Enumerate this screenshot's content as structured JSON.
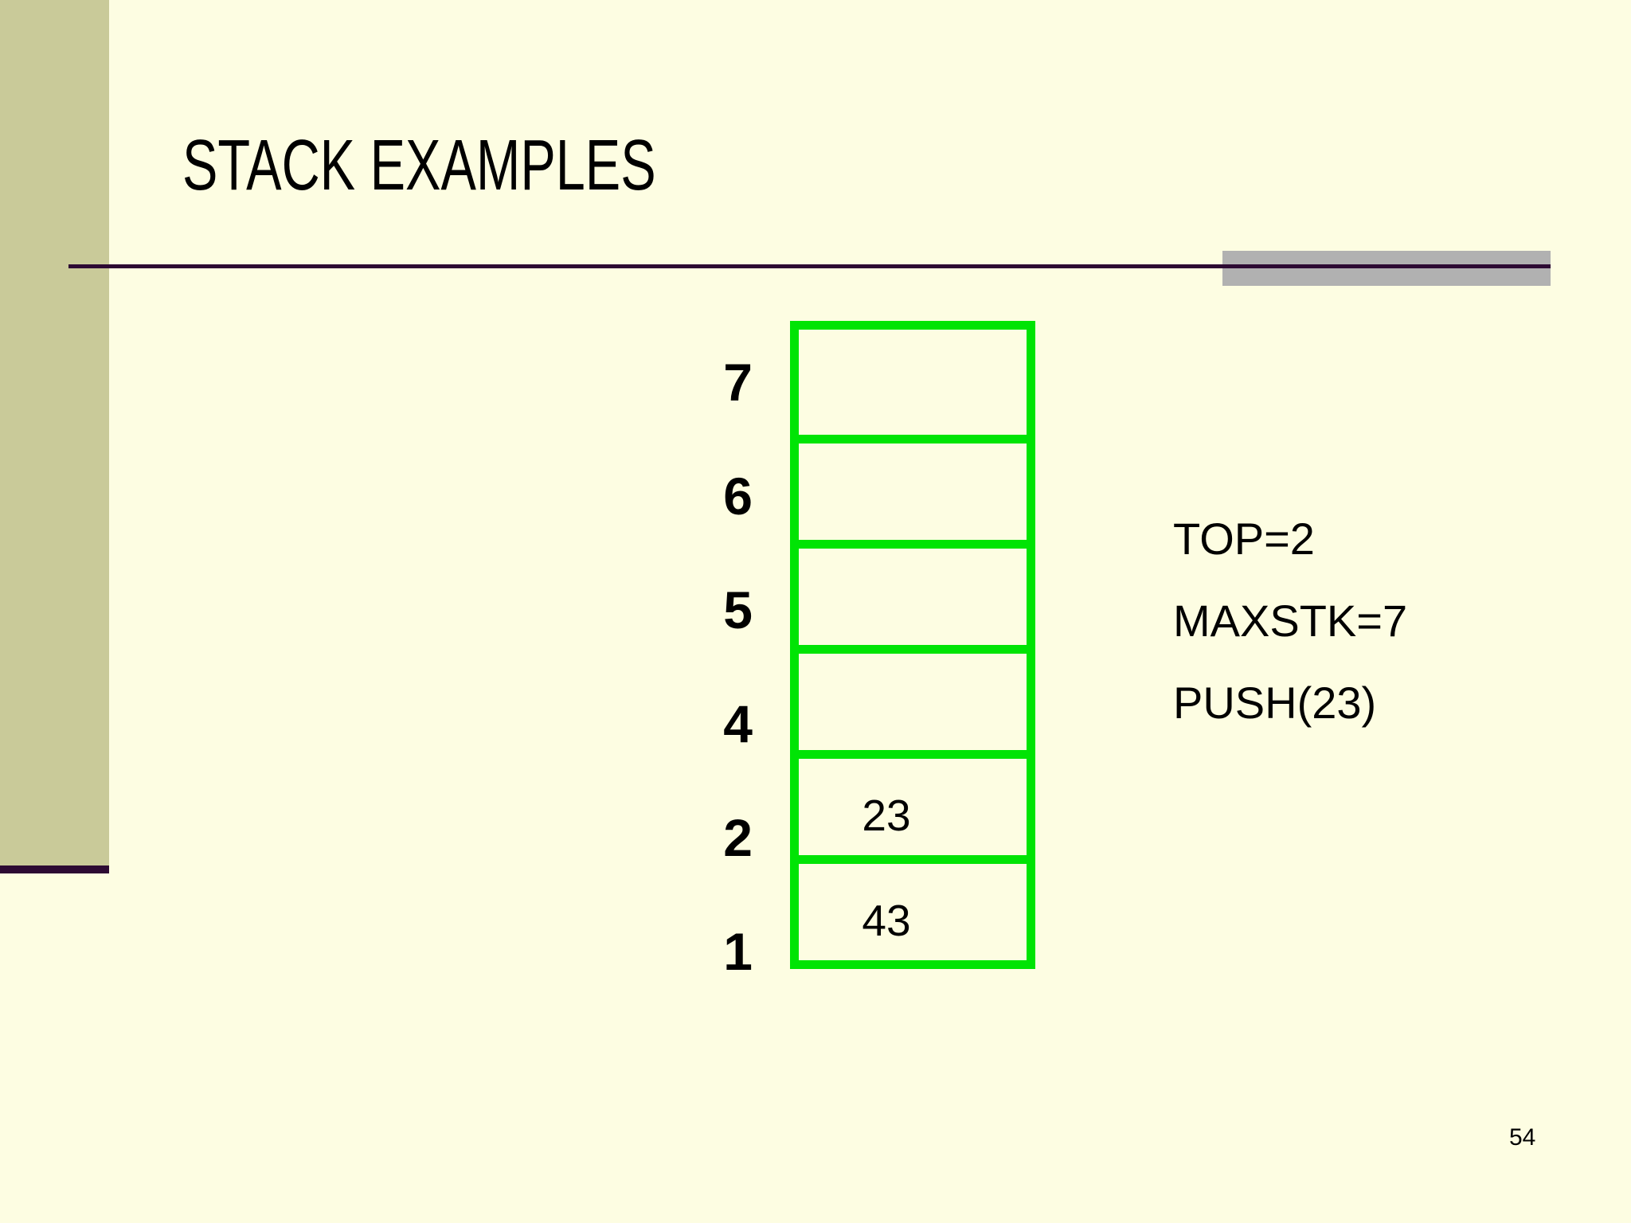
{
  "slide": {
    "title": "STACK EXAMPLES",
    "page_number": "54",
    "stack": {
      "cells": [
        {
          "label": "7",
          "value": ""
        },
        {
          "label": "6",
          "value": ""
        },
        {
          "label": "5",
          "value": ""
        },
        {
          "label": "4",
          "value": ""
        },
        {
          "label": "2",
          "value": "23"
        },
        {
          "label": "1",
          "value": "43"
        }
      ]
    },
    "annotations": [
      "TOP=2",
      "MAXSTK=7",
      "PUSH(23)"
    ],
    "colors": {
      "background": "#FDFDE2",
      "sidebar_khaki": "#C9CA99",
      "accent_dark_purple": "#2D0A33",
      "stack_border_green": "#00E405",
      "gray_accent_bar": "#B1B1B1",
      "text": "#000000"
    }
  }
}
